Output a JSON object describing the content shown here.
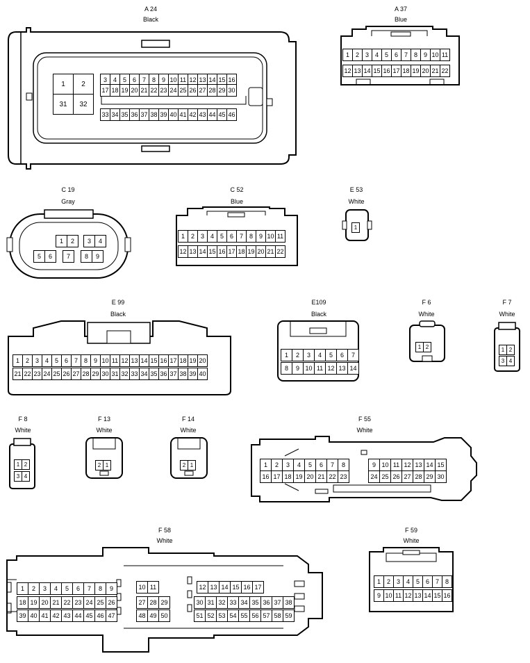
{
  "connectors": {
    "a24": {
      "id": "A 24",
      "color": "Black",
      "big_pins": [
        "1",
        "2",
        "31",
        "32"
      ],
      "row1": [
        "3",
        "4",
        "5",
        "6",
        "7",
        "8",
        "9",
        "10",
        "11",
        "12",
        "13",
        "14",
        "15",
        "16"
      ],
      "row2": [
        "17",
        "18",
        "19",
        "20",
        "21",
        "22",
        "23",
        "24",
        "25",
        "26",
        "27",
        "28",
        "29",
        "30"
      ],
      "row3": [
        "33",
        "34",
        "35",
        "36",
        "37",
        "38",
        "39",
        "40",
        "41",
        "42",
        "43",
        "44",
        "45",
        "46"
      ]
    },
    "a37": {
      "id": "A 37",
      "color": "Blue",
      "row1": [
        "1",
        "2",
        "3",
        "4",
        "5",
        "6",
        "7",
        "8",
        "9",
        "10",
        "11"
      ],
      "row2": [
        "12",
        "13",
        "14",
        "15",
        "16",
        "17",
        "18",
        "19",
        "20",
        "21",
        "22"
      ]
    },
    "c19": {
      "id": "C 19",
      "color": "Gray",
      "pins": [
        "1",
        "2",
        "3",
        "4",
        "5",
        "6",
        "7",
        "8",
        "9"
      ]
    },
    "c52": {
      "id": "C 52",
      "color": "Blue",
      "row1": [
        "1",
        "2",
        "3",
        "4",
        "5",
        "6",
        "7",
        "8",
        "9",
        "10",
        "11"
      ],
      "row2": [
        "12",
        "13",
        "14",
        "15",
        "16",
        "17",
        "18",
        "19",
        "20",
        "21",
        "22"
      ]
    },
    "e53": {
      "id": "E 53",
      "color": "White",
      "pins": [
        "1"
      ]
    },
    "e99": {
      "id": "E 99",
      "color": "Black",
      "row1": [
        "1",
        "2",
        "3",
        "4",
        "5",
        "6",
        "7",
        "8",
        "9",
        "10",
        "11",
        "12",
        "13",
        "14",
        "15",
        "16",
        "17",
        "18",
        "19",
        "20"
      ],
      "row2": [
        "21",
        "22",
        "23",
        "24",
        "25",
        "26",
        "27",
        "28",
        "29",
        "30",
        "31",
        "32",
        "33",
        "34",
        "35",
        "36",
        "37",
        "38",
        "39",
        "40"
      ]
    },
    "e109": {
      "id": "E109",
      "color": "Black",
      "row1": [
        "1",
        "2",
        "3",
        "4",
        "5",
        "6",
        "7"
      ],
      "row2": [
        "8",
        "9",
        "10",
        "11",
        "12",
        "13",
        "14"
      ]
    },
    "f6": {
      "id": "F 6",
      "color": "White",
      "pins": [
        "1",
        "2"
      ]
    },
    "f7": {
      "id": "F 7",
      "color": "White",
      "pins": [
        "1",
        "2",
        "3",
        "4"
      ]
    },
    "f8": {
      "id": "F 8",
      "color": "White",
      "pins": [
        "1",
        "2",
        "3",
        "4"
      ]
    },
    "f13": {
      "id": "F 13",
      "color": "White",
      "pins": [
        "2",
        "1"
      ]
    },
    "f14": {
      "id": "F 14",
      "color": "White",
      "pins": [
        "2",
        "1"
      ]
    },
    "f55": {
      "id": "F 55",
      "color": "White",
      "row1a": [
        "1",
        "2",
        "3",
        "4",
        "5",
        "6",
        "7",
        "8"
      ],
      "row1b": [
        "9",
        "10",
        "11",
        "12",
        "13",
        "14",
        "15"
      ],
      "row2a": [
        "16",
        "17",
        "18",
        "19",
        "20",
        "21",
        "22",
        "23"
      ],
      "row2b": [
        "24",
        "25",
        "26",
        "27",
        "28",
        "29",
        "30"
      ]
    },
    "f58": {
      "id": "F 58",
      "color": "White",
      "a_row1": [
        "1",
        "2",
        "3",
        "4",
        "5",
        "6",
        "7",
        "8",
        "9"
      ],
      "a_row2": [
        "18",
        "19",
        "20",
        "21",
        "22",
        "23",
        "24",
        "25",
        "26"
      ],
      "a_row3": [
        "39",
        "40",
        "41",
        "42",
        "43",
        "44",
        "45",
        "46",
        "47"
      ],
      "b_row1": [
        "10",
        "11"
      ],
      "b_row2": [
        "27",
        "28",
        "29"
      ],
      "b_row3": [
        "48",
        "49",
        "50"
      ],
      "c_row1": [
        "12",
        "13",
        "14",
        "15",
        "16",
        "17"
      ],
      "c_row2": [
        "30",
        "31",
        "32",
        "33",
        "34",
        "35",
        "36",
        "37",
        "38"
      ],
      "c_row3": [
        "51",
        "52",
        "53",
        "54",
        "55",
        "56",
        "57",
        "58",
        "59"
      ]
    },
    "f59": {
      "id": "F 59",
      "color": "White",
      "row1": [
        "1",
        "2",
        "3",
        "4",
        "5",
        "6",
        "7",
        "8"
      ],
      "row2": [
        "9",
        "10",
        "11",
        "12",
        "13",
        "14",
        "15",
        "16"
      ]
    }
  }
}
